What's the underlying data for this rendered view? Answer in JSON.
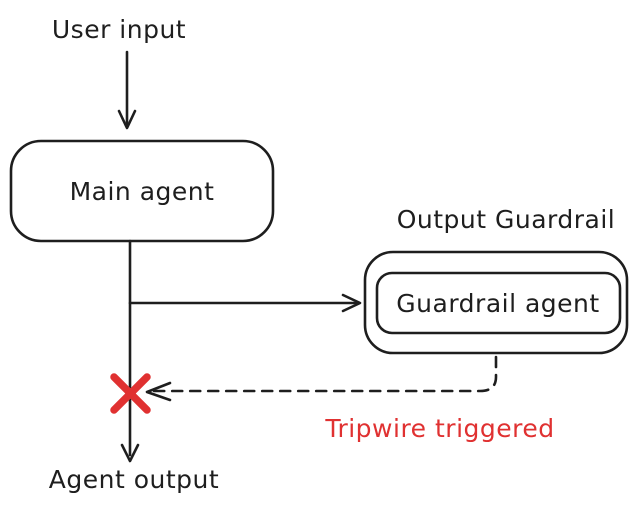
{
  "labels": {
    "user_input": "User input",
    "main_agent": "Main agent",
    "output_guardrail": "Output Guardrail",
    "guardrail_agent": "Guardrail agent",
    "tripwire": "Tripwire triggered",
    "agent_output": "Agent output"
  },
  "colors": {
    "ink": "#1e1e1e",
    "alert": "#e03131",
    "canvas": "#ffffff"
  },
  "diagram": {
    "type": "flow-diagram",
    "style": "hand-drawn",
    "nodes": [
      {
        "id": "user-input",
        "kind": "text",
        "label": "User input"
      },
      {
        "id": "main-agent",
        "kind": "rounded-box",
        "label": "Main agent"
      },
      {
        "id": "guardrail-agent",
        "kind": "nested-rounded-box",
        "label": "Guardrail agent",
        "caption_above": "Output Guardrail"
      },
      {
        "id": "agent-output",
        "kind": "text",
        "label": "Agent output"
      }
    ],
    "edges": [
      {
        "from": "user-input",
        "to": "main-agent",
        "style": "solid-arrow"
      },
      {
        "from": "main-agent",
        "to": "guardrail-agent",
        "style": "solid-arrow"
      },
      {
        "from": "main-agent",
        "to": "agent-output",
        "style": "solid-arrow",
        "blocked_by": "tripwire-x"
      },
      {
        "from": "guardrail-agent",
        "to": "main-agent-output-line",
        "style": "dashed-arrow",
        "label": "Tripwire triggered",
        "label_color": "#e03131"
      }
    ],
    "markers": [
      {
        "id": "tripwire-x",
        "kind": "x-mark",
        "color": "#e03131",
        "position": "on output line where dashed arrow lands"
      }
    ]
  }
}
